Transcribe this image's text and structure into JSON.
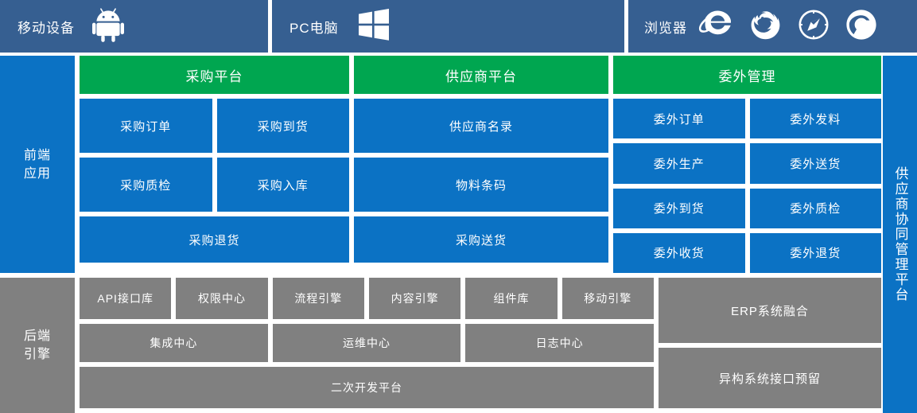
{
  "clients": [
    {
      "label": "移动设备",
      "icons": [
        "android-icon"
      ]
    },
    {
      "label": "PC电脑",
      "icons": [
        "windows-icon"
      ]
    },
    {
      "label": "浏览器",
      "icons": [
        "internet-explorer-icon",
        "firefox-icon",
        "safari-icon",
        "chrome-icon"
      ]
    }
  ],
  "right_banner": {
    "title": "供应商协同管理平台"
  },
  "frontend": {
    "side_label": "前端\n应用",
    "side_label_line1": "前端",
    "side_label_line2": "应用",
    "columns": [
      {
        "platform": "采购平台",
        "pairs": [
          [
            "采购订单",
            "采购到货"
          ],
          [
            "采购质检",
            "采购入库"
          ]
        ],
        "wide": [
          "采购退货"
        ]
      },
      {
        "platform": "供应商平台",
        "wide": [
          "供应商名录",
          "物料条码"
        ],
        "last": [
          "采购送货"
        ]
      },
      {
        "platform": "委外管理",
        "pairs": [
          [
            "委外订单",
            "委外发料"
          ],
          [
            "委外生产",
            "委外送货"
          ],
          [
            "委外到货",
            "委外质检"
          ],
          [
            "委外收货",
            "委外退货"
          ]
        ]
      }
    ]
  },
  "backend": {
    "side_label_line1": "后端",
    "side_label_line2": "引擎",
    "engines": [
      "API接口库",
      "权限中心",
      "流程引擎",
      "内容引擎",
      "组件库",
      "移动引擎"
    ],
    "centers": [
      "集成中心",
      "运维中心",
      "日志中心"
    ],
    "dev_platform": "二次开发平台",
    "integrations": [
      "ERP系统融合",
      "异构系统接口预留"
    ]
  },
  "colors": {
    "header_blue": "#365f91",
    "tile_blue": "#0b72c4",
    "platform_green": "#00a650",
    "backend_gray": "#808080",
    "text_white": "#ffffff"
  }
}
